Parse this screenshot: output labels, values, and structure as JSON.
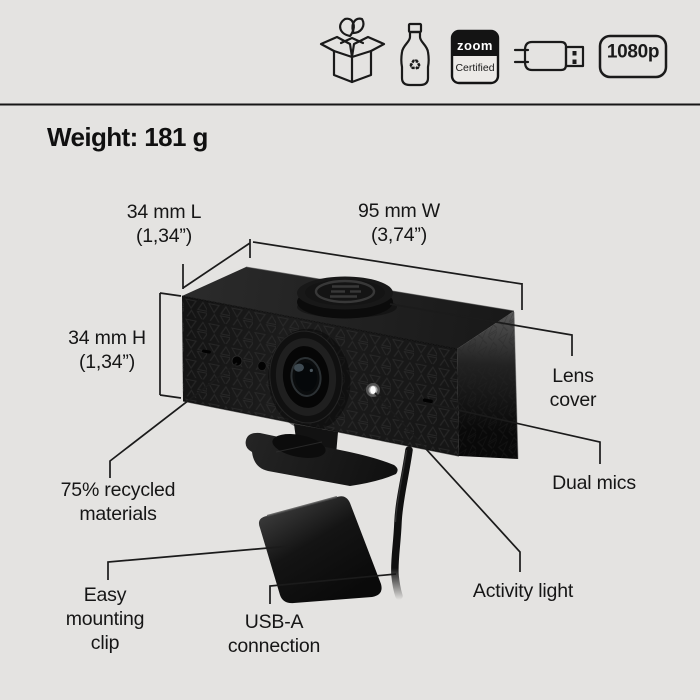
{
  "colors": {
    "background": "#e4e3e1",
    "ink": "#1a1a1a"
  },
  "header": {
    "icons": [
      "recyclable-packaging-icon",
      "recycled-bottle-icon",
      "zoom-certified-badge",
      "usb-cable-icon",
      "resolution-badge"
    ],
    "recycle_glyph": "♻"
  },
  "badges": {
    "zoom_certified": {
      "line1": "zoom",
      "line2": "Certified"
    },
    "resolution": {
      "label": "1080p"
    }
  },
  "weight": {
    "label": "Weight: 181 g"
  },
  "dimensions": {
    "length": "34 mm L\n(1,34”)",
    "width": "95 mm W\n(3,74”)",
    "height": "34 mm H\n(1,34”)"
  },
  "callouts": {
    "lens_cover": "Lens\ncover",
    "dual_mics": "Dual mics",
    "recycled_materials": "75% recycled\nmaterials",
    "mounting_clip": "Easy\nmounting\nclip",
    "usb": "USB-A\nconnection",
    "activity_light": "Activity light"
  }
}
